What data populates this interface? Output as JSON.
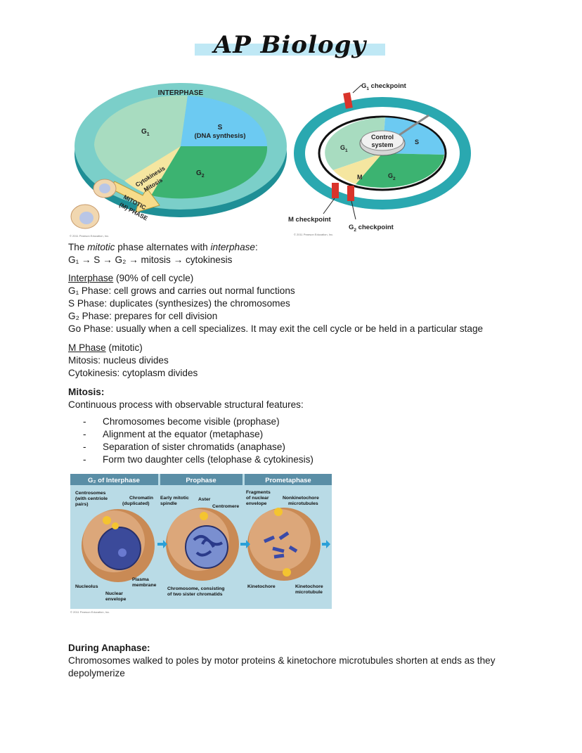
{
  "header": {
    "title": "AP Biology"
  },
  "cycle_figure": {
    "interphase": "INTERPHASE",
    "g1": "G",
    "g1_sub": "1",
    "s": "S",
    "s_sub": "(DNA synthesis)",
    "g2": "G",
    "g2_sub": "2",
    "cytokinesis": "Cytokinesis",
    "mitosis": "Mitosis",
    "mitotic": "MITOTIC",
    "m_phase": "(M) PHASE",
    "copyright": "© 2011 Pearson Education, Inc."
  },
  "checkpoint_figure": {
    "g1_checkpoint": "G",
    "g1_checkpoint_sub": "1",
    "g1_checkpoint_suffix": " checkpoint",
    "control": "Control",
    "system": "system",
    "s": "S",
    "g1": "G",
    "g1_sub": "1",
    "m": "M",
    "g2": "G",
    "g2_sub": "2",
    "m_checkpoint": "M checkpoint",
    "g2_checkpoint": "G",
    "g2_checkpoint_sub": "2",
    "g2_checkpoint_suffix": " checkpoint",
    "copyright": "© 2011 Pearson Education, Inc."
  },
  "intro": {
    "l1_a": "The ",
    "l1_b": "mitotic",
    "l1_c": " phase alternates with ",
    "l1_d": "interphase",
    "l1_e": ":",
    "l2": "G₁ → S → G₂ → mitosis → cytokinesis"
  },
  "interphase": {
    "heading": "Interphase",
    "heading_note": " (90% of cell cycle)",
    "g1": "G₁ Phase: cell grows and carries out normal functions",
    "s": "S Phase: duplicates (synthesizes) the chromosomes",
    "g2": "G₂ Phase: prepares for cell division",
    "go": "Go Phase: usually when a cell specializes.  It may exit the cell cycle or be held in a particular stage"
  },
  "m_phase": {
    "heading": "M Phase",
    "heading_note": " (mitotic)",
    "mitosis": "Mitosis: nucleus divides",
    "cytokinesis": "Cytokinesis: cytoplasm divides"
  },
  "mitosis": {
    "heading": "Mitosis:",
    "intro": "Continuous process with observable structural features:",
    "bullets": [
      "Chromosomes become visible (prophase)",
      "Alignment at the equator (metaphase)",
      "Separation of sister chromatids (anaphase)",
      "Form two daughter cells (telophase & cytokinesis)"
    ]
  },
  "stages_figure": {
    "h1": "G₂ of Interphase",
    "h2": "Prophase",
    "h3": "Prometaphase",
    "centrosomes1": "Centrosomes",
    "centrosomes2": "(with centriole",
    "centrosomes3": "pairs)",
    "chromatin1": "Chromatin",
    "chromatin2": "(duplicated)",
    "spindle1": "Early mitotic",
    "spindle2": "spindle",
    "aster": "Aster",
    "centromere": "Centromere",
    "fragments1": "Fragments",
    "fragments2": "of nuclear",
    "fragments3": "envelope",
    "nonkin1": "Nonkinetochore",
    "nonkin2": "microtubules",
    "nucleolus": "Nucleolus",
    "nuclear1": "Nuclear",
    "nuclear2": "envelope",
    "plasma1": "Plasma",
    "plasma2": "membrane",
    "chrom1": "Chromosome, consisting",
    "chrom2": "of two sister chromatids",
    "kinetochore": "Kinetochore",
    "kinmt1": "Kinetochore",
    "kinmt2": "microtubule",
    "copyright": "© 2011 Pearson Education, Inc."
  },
  "anaphase": {
    "heading": "During Anaphase:",
    "l1": "Chromosomes walked to poles by motor proteins & kinetochore microtubules shorten at ends as they",
    "l2": "depolymerize"
  },
  "colors": {
    "g1": "#a8dcc0",
    "s": "#6ccaf2",
    "g2": "#3cb371",
    "teal": "#2aa8b0",
    "m": "#f5e6a0",
    "checkpoint": "#d9342b",
    "stage_bg": "#b9dbe6",
    "stage_header": "#5a8ea6"
  }
}
